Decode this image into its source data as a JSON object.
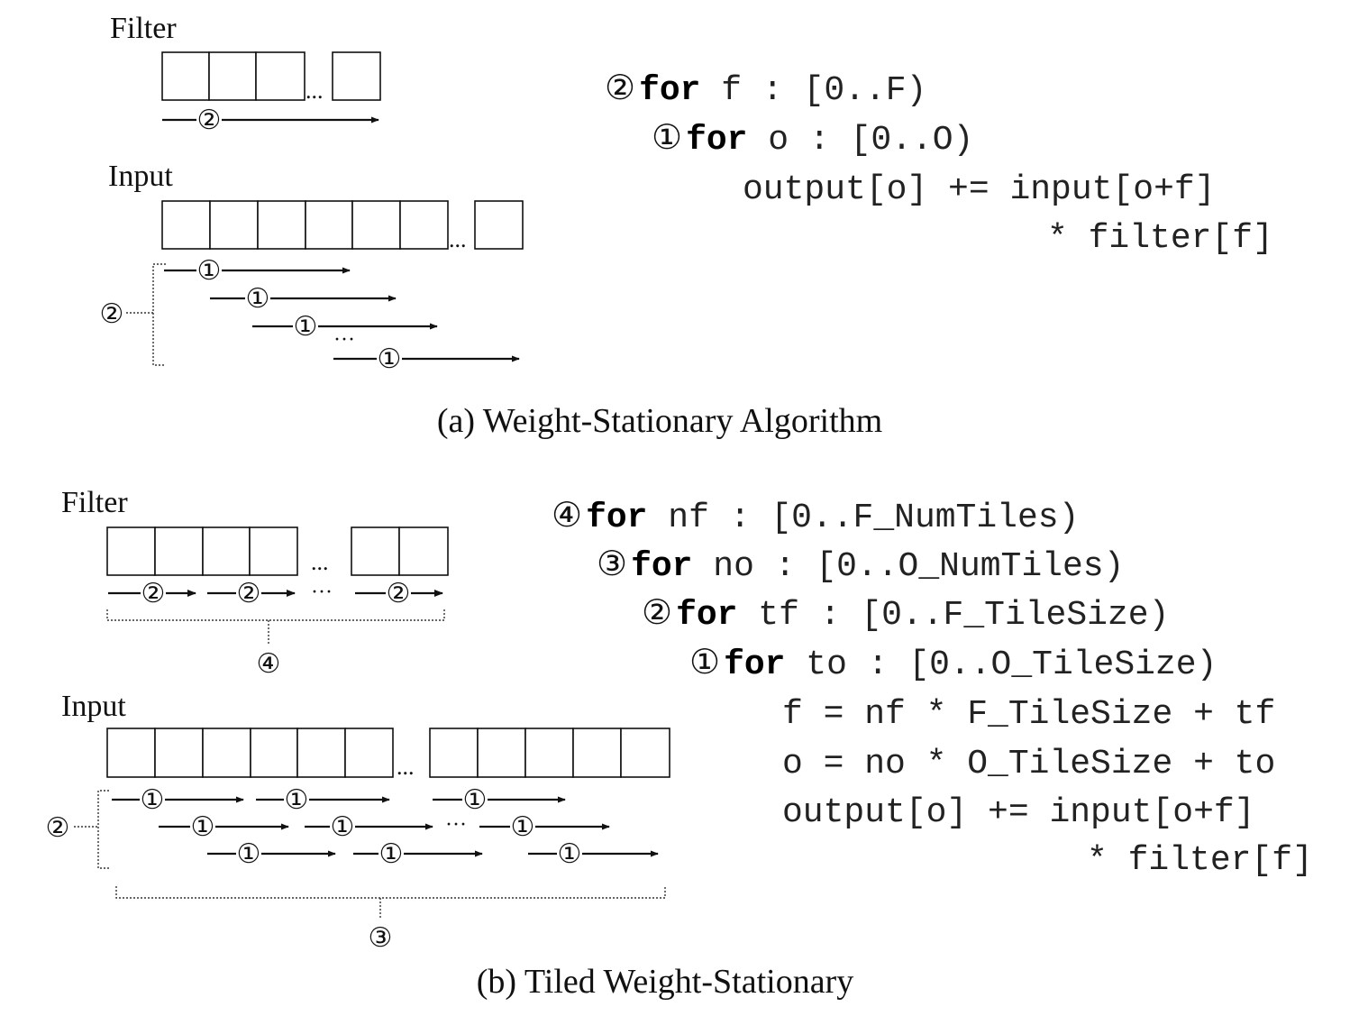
{
  "panel_a": {
    "filter_label": "Filter",
    "input_label": "Input",
    "ellipsis": "...",
    "ellipsis_mid": "···",
    "mark_1": "①",
    "mark_2": "②",
    "caption": "(a) Weight-Stationary Algorithm",
    "code": {
      "line1_num": "②",
      "line1_kw": "for",
      "line1_rest": " f : [0..F)",
      "line2_num": "①",
      "line2_kw": "for",
      "line2_rest": " o : [0..O)",
      "line3": "output[o] += input[o+f]",
      "line4": "* filter[f]"
    }
  },
  "panel_b": {
    "filter_label": "Filter",
    "input_label": "Input",
    "ellipsis": "...",
    "ellipsis_mid": "···",
    "mark_1": "①",
    "mark_2": "②",
    "mark_3": "③",
    "mark_4": "④",
    "caption": "(b) Tiled Weight-Stationary",
    "code": {
      "line1_num": "④",
      "line1_kw": "for",
      "line1_rest": " nf : [0..F_NumTiles)",
      "line2_num": "③",
      "line2_kw": "for",
      "line2_rest": " no : [0..O_NumTiles)",
      "line3_num": "②",
      "line3_kw": "for",
      "line3_rest": " tf : [0..F_TileSize)",
      "line4_num": "①",
      "line4_kw": "for",
      "line4_rest": " to : [0..O_TileSize)",
      "line5": "f = nf * F_TileSize + tf",
      "line6": "o = no * O_TileSize + to",
      "line7": "output[o] += input[o+f]",
      "line8": "* filter[f]"
    }
  }
}
